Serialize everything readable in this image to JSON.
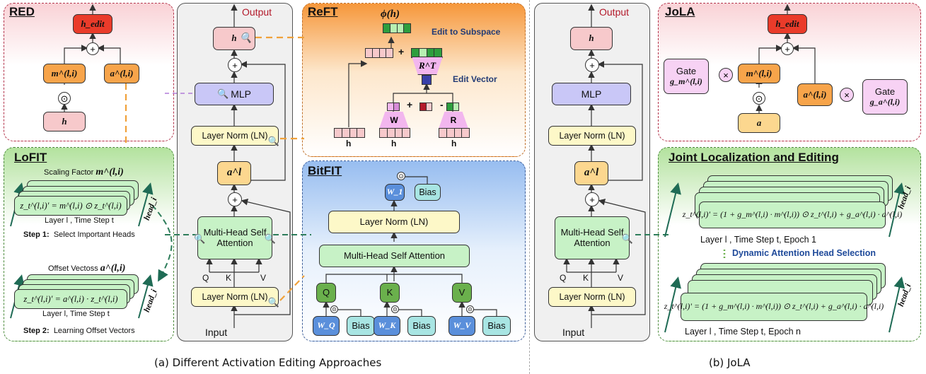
{
  "captions": {
    "left": "(a) Different Activation Editing Approaches",
    "right": "(b) JoLA"
  },
  "red": {
    "title": "RED",
    "h_edit": "h_edit",
    "m": "m^(l,i)",
    "a": "a^(l,i)",
    "h": "h"
  },
  "lofit": {
    "title": "LoFIT",
    "scaling_label": "Scaling Factor",
    "scaling_sym": "m^(l,i)",
    "formula1": "z_t^(l,i)' = m^(l,i) ⊙ z_t^(l,i)",
    "layer1": "Layer l , Time Step t",
    "step1_bold": "Step 1:",
    "step1_text": "Select Important Heads",
    "offset_label": "Offset Vectoss",
    "offset_sym": "a^(l,i)",
    "formula2": "z_t^(l,i)' = a^(l,i) · z_t^(l,i)",
    "layer2": "Layer l, Time Step t",
    "step2_bold": "Step 2:",
    "step2_text": "Learning Offset Vectors",
    "head": "head_i"
  },
  "transformer_a": {
    "output": "Output",
    "h": "h",
    "mlp": "MLP",
    "ln_top": "Layer Norm (LN)",
    "a": "a^l",
    "mhsa": "Multi-Head Self Attention",
    "q": "Q",
    "k": "K",
    "v": "V",
    "ln_bottom": "Layer Norm (LN)",
    "input": "Input"
  },
  "reft": {
    "title": "ReFT",
    "phi": "ϕ(h)",
    "edit_subspace": "Edit to Subspace",
    "edit_vector": "Edit Vector",
    "rt": "R^T",
    "w": "W",
    "r": "R",
    "h": "h",
    "plus": "+",
    "minus": "-"
  },
  "bitfit": {
    "title": "BitFIT",
    "w1": "W_1",
    "bias": "Bias",
    "ln": "Layer Norm (LN)",
    "mhsa": "Multi-Head Self Attention",
    "q": "Q",
    "k": "K",
    "v": "V",
    "wq": "W_Q",
    "wk": "W_K",
    "wv": "W_V"
  },
  "transformer_b": {
    "output": "Output",
    "h": "h",
    "mlp": "MLP",
    "ln_top": "Layer Norm (LN)",
    "a": "a^l",
    "mhsa": "Multi-Head Self Attention",
    "q": "Q",
    "k": "K",
    "v": "V",
    "ln_bottom": "Layer Norm (LN)",
    "input": "Input"
  },
  "jola": {
    "title": "JoLA",
    "h_edit": "h_edit",
    "m": "m^(l,i)",
    "a_gate": "a^(l,i)",
    "a": "a",
    "gate": "Gate",
    "gm": "g_m^(l,i)",
    "ga": "g_a^(l,i)"
  },
  "joint": {
    "title": "Joint Localization and Editing",
    "formula": "z_t^(l,i)' = (1 + g_m^(l,i) · m^(l,i)) ⊙ z_t^(l,i) + g_a^(l,i) · a^(l,i)",
    "layer_top": "Layer l , Time Step t, Epoch 1",
    "dynamic": "Dynamic Attention Head Selection",
    "layer_bottom": "Layer l , Time Step t, Epoch n",
    "head": "head_i"
  },
  "colors": {
    "red_panel": "#fbeaec",
    "lofit_panel": "#c6ebb4",
    "reft_panel": "#f9a64e",
    "bitfit_panel": "#a9c8f0",
    "jola_panel": "#fbeaec",
    "joint_panel": "#c6ebb4",
    "transformer_bg": "#f0f0f0",
    "orange_dash": "#f0a13a",
    "green_dash": "#2e7d5b",
    "purple_dash": "#b07ad8"
  }
}
